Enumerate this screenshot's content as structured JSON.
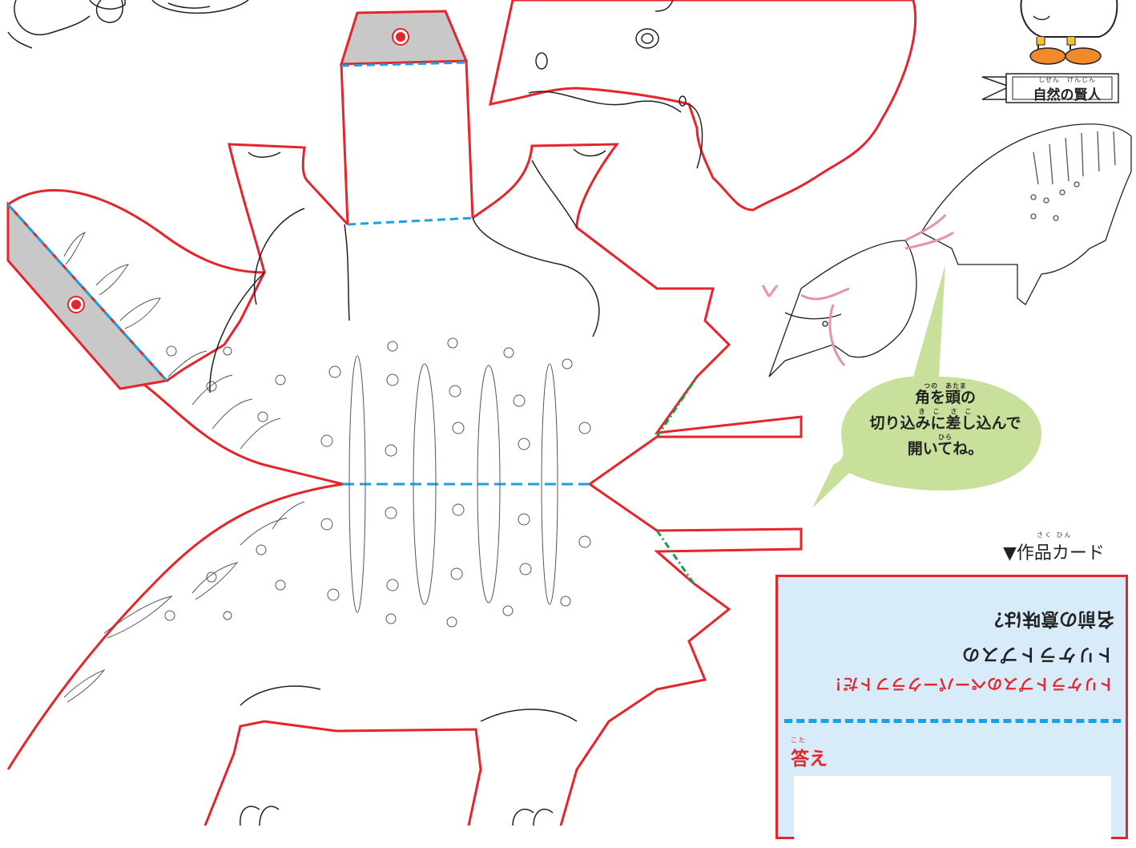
{
  "speech_bubble": {
    "line1_ruby": "つの　あたま",
    "line1": "角を頭の",
    "line2_ruby": "き　こ　 さ　こ",
    "line2": "切り込みに差し込んで",
    "line3_ruby": "ひら",
    "line3": "開いてね。"
  },
  "sign": {
    "ruby": "しぜん　けんじん",
    "label": "自然の賢人"
  },
  "card": {
    "header_ruby": "さく ひん",
    "header": "▼作品カード",
    "question_line1": "トリケラトプスの",
    "question_line2": "名前の意味は？",
    "question_title": "トリケラトプスのペーパークラフトだ！",
    "answer_ruby": "こた",
    "answer_label": "答え"
  },
  "colors": {
    "cut_line": "#e6242b",
    "fold_blue": "#1aa1e3",
    "fold_green": "#1f9b4a",
    "bubble": "#c9df9c",
    "card_bg": "#d7ecf8",
    "glue_gray": "#c8c8c8",
    "guide_pink": "#e88fb4"
  }
}
